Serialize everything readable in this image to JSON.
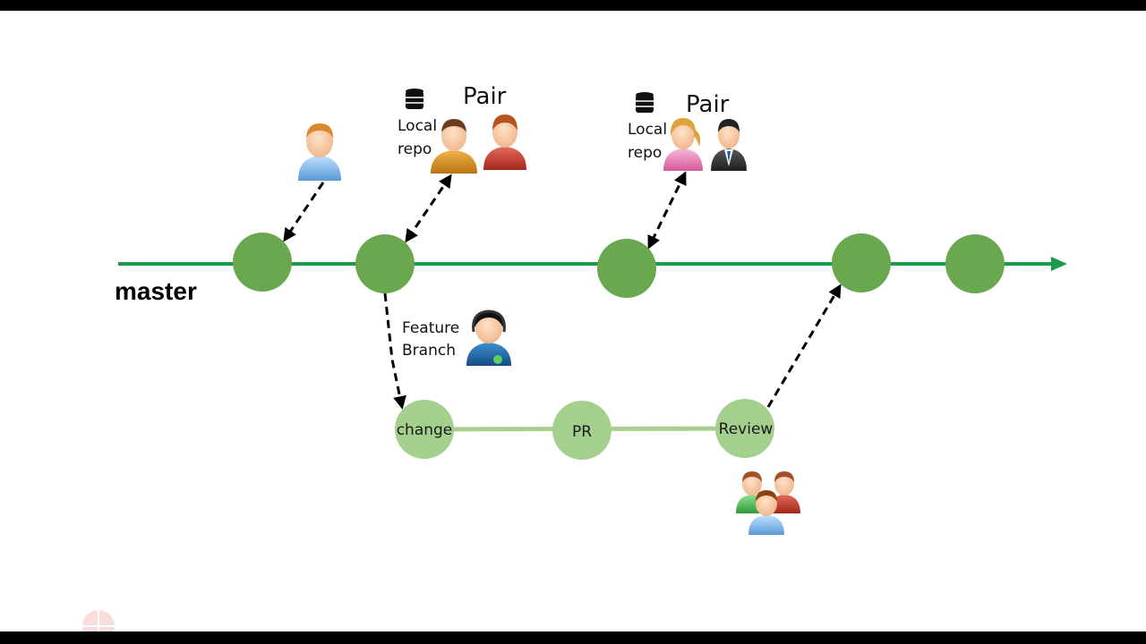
{
  "labels": {
    "master": "master",
    "pair_1": "Pair",
    "pair_2": "Pair",
    "local_repo_1": [
      "Local",
      "repo"
    ],
    "local_repo_2": [
      "Local",
      "repo"
    ],
    "feature_branch": [
      "Feature",
      "Branch"
    ]
  },
  "branch_nodes": {
    "change": "change",
    "pr": "PR",
    "review": "Review"
  },
  "colors": {
    "master_line": "#1a9a4a",
    "master_node": "#6aa84f",
    "branch_line": "#a9cf8f",
    "branch_node": "#a4cf8c",
    "arrow": "#000000"
  },
  "icons": {
    "single_user": "user-icon",
    "pair_1_users": [
      "user-orange-icon",
      "user-red-icon"
    ],
    "pair_2_users": [
      "user-pink-female-icon",
      "user-suit-icon"
    ],
    "feature_user": "user-headset-icon",
    "reviewers": "user-group-icon",
    "repo": "database-icon"
  }
}
